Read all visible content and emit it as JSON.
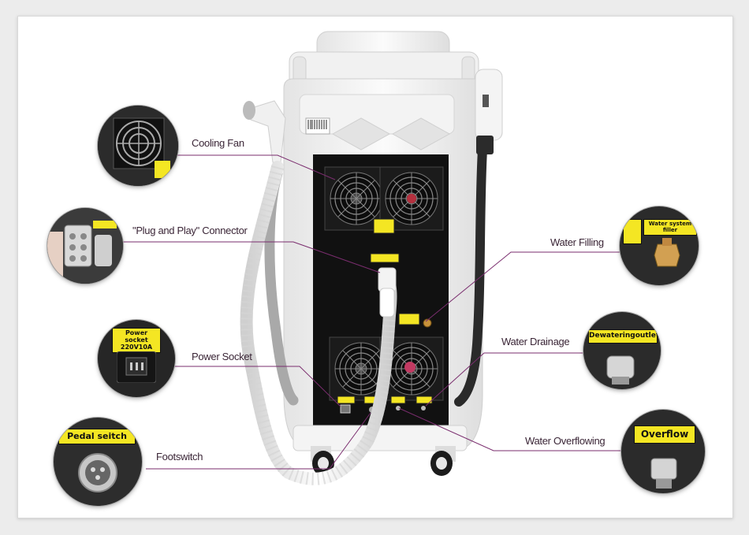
{
  "labels": {
    "cooling_fan": "Cooling Fan",
    "plug_and_play": "\"Plug and Play\" Connector",
    "power_socket": "Power Socket",
    "footswitch": "Footswitch",
    "water_filling": "Water Filling",
    "water_drainage": "Water Drainage",
    "water_overflowing": "Water Overflowing"
  },
  "callout_text": {
    "power_socket_tag": "Power socket\n220V10A",
    "pedal_switch_tag": "Pedal seitch",
    "water_system_filler_tag": "Water system filler",
    "dewatering_outlet_tag": "Dewateringoutlet",
    "overflow_tag": "Overflow"
  },
  "colors": {
    "label_text": "#3a2536",
    "leader_line": "#7a2d6e",
    "warning_yellow": "#f4e623",
    "machine_white": "#f7f7f7",
    "panel_black": "#111111"
  }
}
